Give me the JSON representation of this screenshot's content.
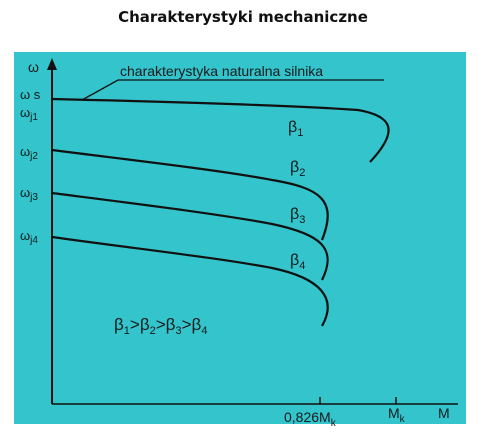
{
  "title": "Charakterystyki mechaniczne",
  "colors": {
    "panel": "#33c4cc",
    "curve": "#111111"
  },
  "axis": {
    "y_symbol": "ω",
    "x_symbol": "M"
  },
  "natural_label": "charakterystyka naturalna silnika",
  "y_ticks": [
    {
      "base": "ω",
      "sub": "",
      "suffix": " s"
    },
    {
      "base": "ω",
      "sub": "j1",
      "suffix": ""
    },
    {
      "base": "ω",
      "sub": "j2",
      "suffix": ""
    },
    {
      "base": "ω",
      "sub": "j3",
      "suffix": ""
    },
    {
      "base": "ω",
      "sub": "j4",
      "suffix": ""
    }
  ],
  "x_ticks": [
    {
      "base": "0,826M",
      "sub": "k"
    },
    {
      "base": "M",
      "sub": "k"
    }
  ],
  "curve_labels": [
    {
      "base": "β",
      "sub": "1"
    },
    {
      "base": "β",
      "sub": "2"
    },
    {
      "base": "β",
      "sub": "3"
    },
    {
      "base": "β",
      "sub": "4"
    }
  ],
  "relation": {
    "parts": [
      {
        "base": "β",
        "sub": "1"
      },
      {
        "base": ">β",
        "sub": "2"
      },
      {
        "base": ">β",
        "sub": "3"
      },
      {
        "base": ">β",
        "sub": "4"
      }
    ]
  }
}
